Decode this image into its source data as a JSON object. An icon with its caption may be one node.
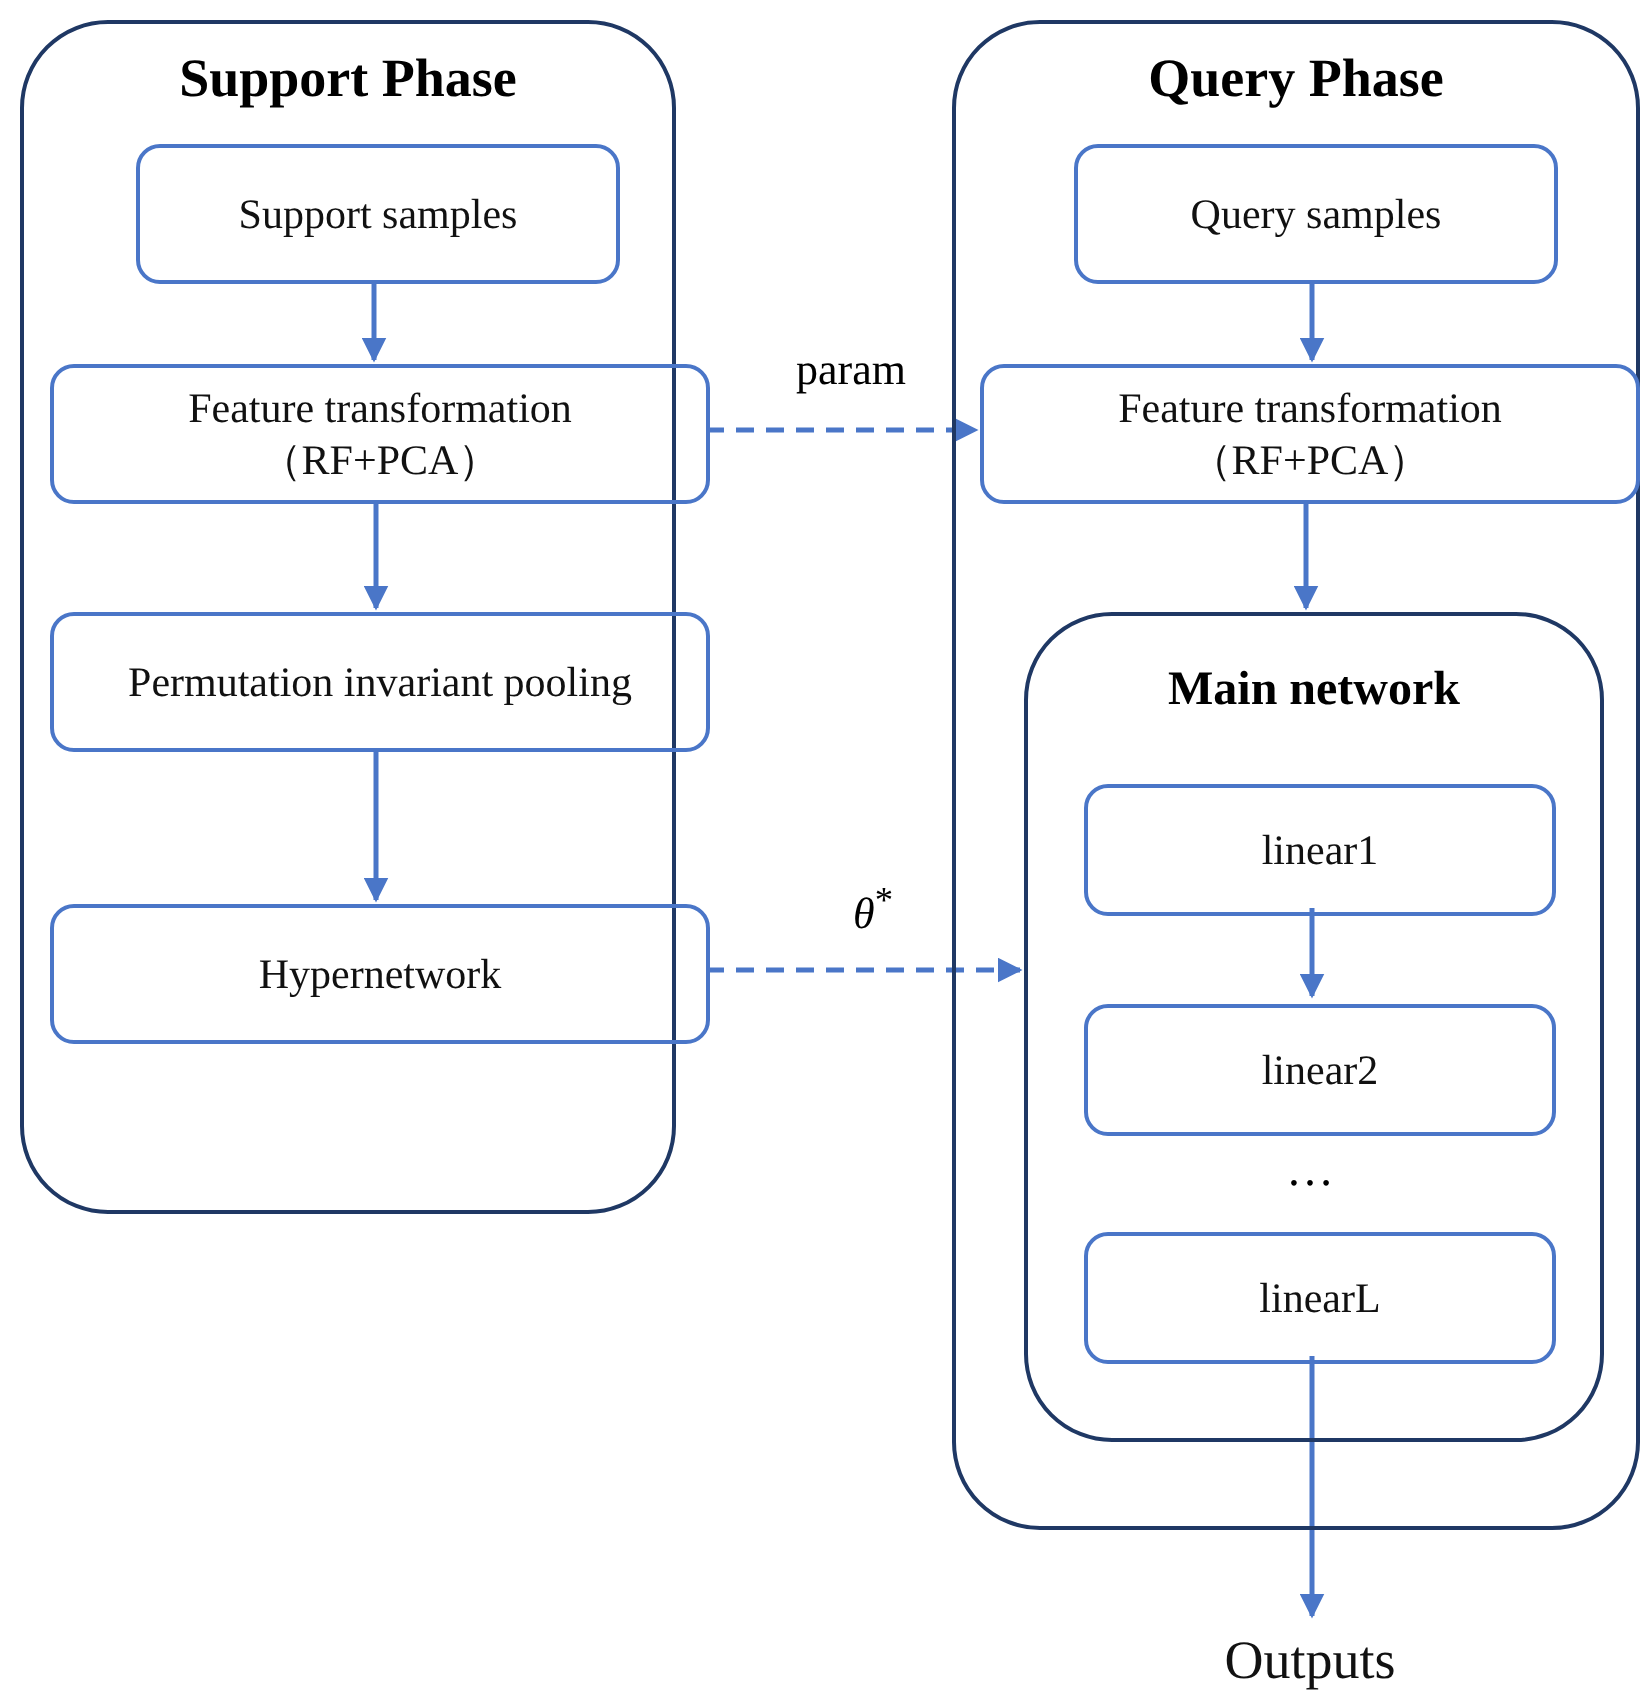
{
  "diagram": {
    "nodes": [
      {
        "text": [
          "Support Phase"
        ]
      },
      {
        "text": [
          "Support samples"
        ],
        "in": 0
      },
      {
        "text": [
          "Feature transformation （RF+PCA）"
        ],
        "in": 0
      },
      {
        "text": [
          "Permutation invariant pooling"
        ],
        "in": 0
      },
      {
        "text": [
          "Hypernetwork"
        ],
        "in": 0
      },
      {
        "text": [
          "Query Phase"
        ]
      },
      {
        "text": [
          "Query samples"
        ],
        "in": 5
      },
      {
        "text": [
          "Feature transformation （RF+PCA）"
        ],
        "in": 5
      },
      {
        "text": [
          "Main network"
        ],
        "in": 5
      },
      {
        "text": [
          "linear1"
        ],
        "in": 8
      },
      {
        "text": [
          "linear2"
        ],
        "in": 8
      },
      {
        "text": [
          "linearL"
        ],
        "in": 8
      },
      {
        "text": [
          "Outputs"
        ]
      }
    ],
    "edges": [
      {
        "from": 1,
        "to": 2,
        "arrow": "to"
      },
      {
        "from": 2,
        "to": 3,
        "arrow": "to"
      },
      {
        "from": 3,
        "to": 4,
        "arrow": "to"
      },
      {
        "from": 2,
        "to": 7,
        "arrow": "to",
        "label": "param",
        "style": "dashed"
      },
      {
        "from": 4,
        "to": 8,
        "arrow": "to",
        "label": "*θ*$^{*}$",
        "style": "dashed"
      },
      {
        "from": 6,
        "to": 7,
        "arrow": "to"
      },
      {
        "from": 7,
        "to": 8,
        "arrow": "to"
      },
      {
        "from": 9,
        "to": 10,
        "arrow": "to"
      },
      {
        "from": 11,
        "to": 12,
        "arrow": "to"
      }
    ],
    "labels": [
      "…"
    ]
  }
}
